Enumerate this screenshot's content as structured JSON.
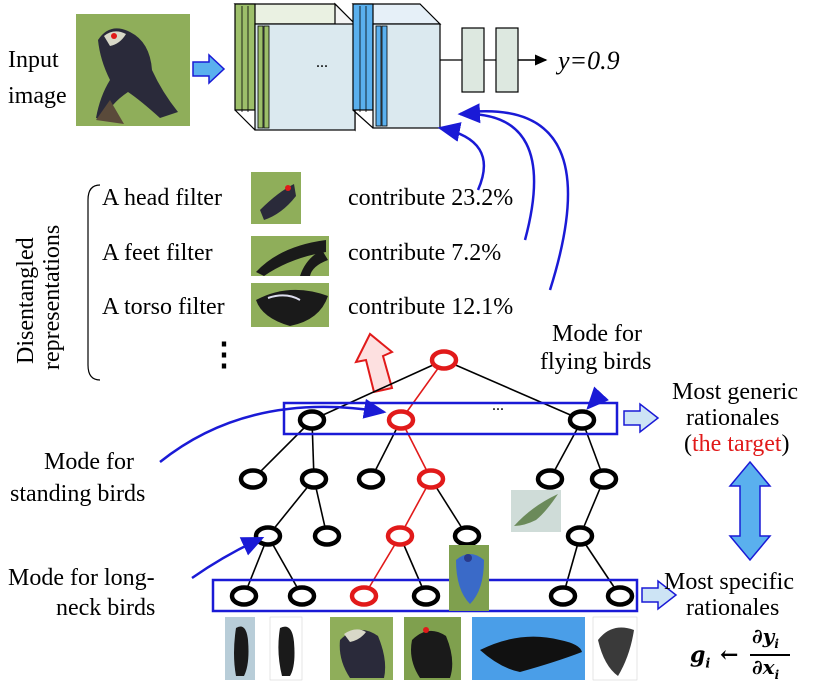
{
  "input_label": [
    "Input",
    "image"
  ],
  "output_label": "y=0.9",
  "ellipsis_cnn": "...",
  "side_label": [
    "Disentangled",
    "representations"
  ],
  "filters": [
    {
      "name": "A head filter",
      "contribution": "contribute 23.2%"
    },
    {
      "name": "A feet filter",
      "contribution": "contribute 7.2%"
    },
    {
      "name": "A torso filter",
      "contribution": "contribute 12.1%"
    }
  ],
  "vertical_ellipsis": "⋮",
  "tree_ellipsis": "...",
  "mode_flying": [
    "Mode for",
    "flying birds"
  ],
  "mode_standing": [
    "Mode for",
    "standing birds"
  ],
  "mode_longneck": [
    "Mode for long-",
    "neck birds"
  ],
  "generic": {
    "line1": "Most generic",
    "line2": "rationales",
    "open": "(",
    "target": "the target",
    "close": ")"
  },
  "specific": {
    "line1": "Most specific",
    "line2": "rationales"
  },
  "formula": {
    "lhs": "g",
    "lhs_sub": "i",
    "arrow": "←",
    "num": "∂y",
    "num_sub": "i",
    "den": "∂x",
    "den_sub": "i"
  },
  "colors": {
    "red": "#e11a1a",
    "blue": "#1a1ad6",
    "green": "#9dbf6a",
    "cyan": "#5ab0ee",
    "node_black": "#000000"
  }
}
